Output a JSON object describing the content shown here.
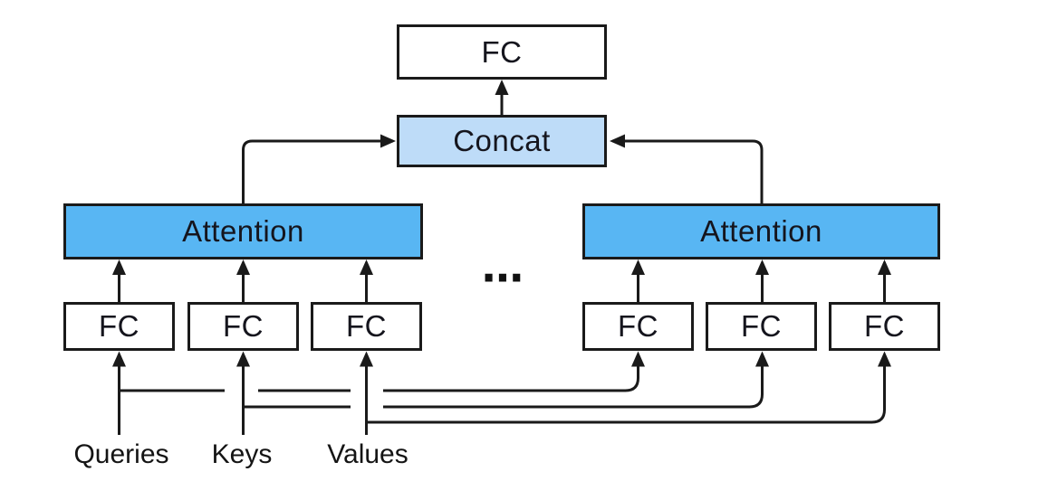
{
  "diagram": {
    "type": "multi-head attention architecture diagram",
    "top_fc": {
      "label": "FC"
    },
    "concat": {
      "label": "Concat"
    },
    "attention_left": {
      "label": "Attention"
    },
    "attention_right": {
      "label": "Attention"
    },
    "ellipsis": "⋯",
    "fc_units": [
      "FC",
      "FC",
      "FC",
      "FC",
      "FC",
      "FC"
    ],
    "inputs": {
      "queries": "Queries",
      "keys": "Keys",
      "values": "Values"
    },
    "colors": {
      "attention_fill": "#58b6f3",
      "concat_fill": "#bedcf8",
      "fc_fill": "#ffffff",
      "line": "#1a1a1a",
      "text": "#15151d",
      "background": "#ffffff"
    }
  }
}
